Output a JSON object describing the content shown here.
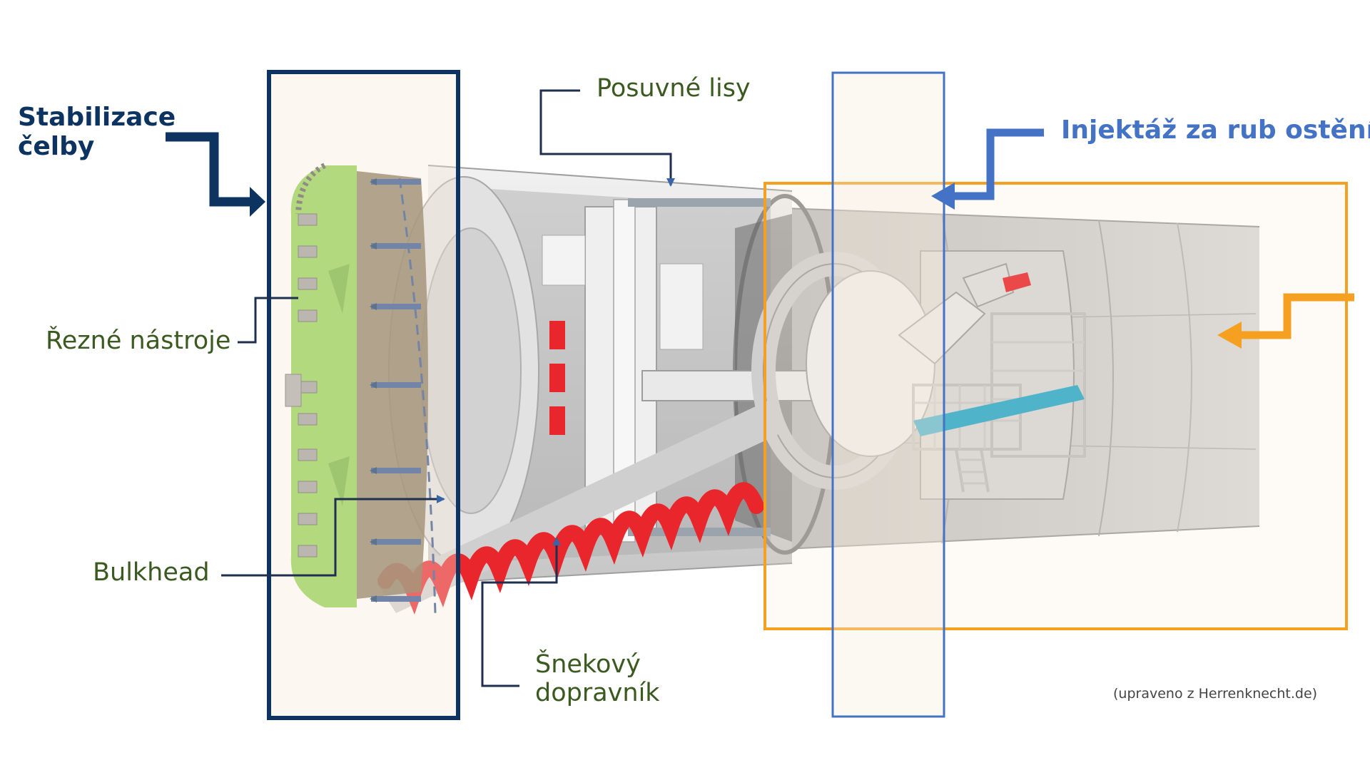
{
  "labels": {
    "face_stabilization_line1": "Stabilizace",
    "face_stabilization_line2": "čelby",
    "cutting_tools": "Řezné nástroje",
    "bulkhead": "Bulkhead",
    "thrust_jacks": "Posuvné lisy",
    "grouting": "Injektáž za rub ostění",
    "screw_conveyor_line1": "Šnekový",
    "screw_conveyor_line2": "dopravník",
    "credit": "(upraveno z Herrenknecht.de)"
  },
  "colors": {
    "face_navy": "#0d3461",
    "grouting_blue": "#4472c4",
    "segment_orange": "#f5a020",
    "label_green": "#3b5a20",
    "cutterhead_green": "#8fd14f",
    "conveyor_red": "#e8262b",
    "cyan_belt": "#2aa8c8"
  }
}
